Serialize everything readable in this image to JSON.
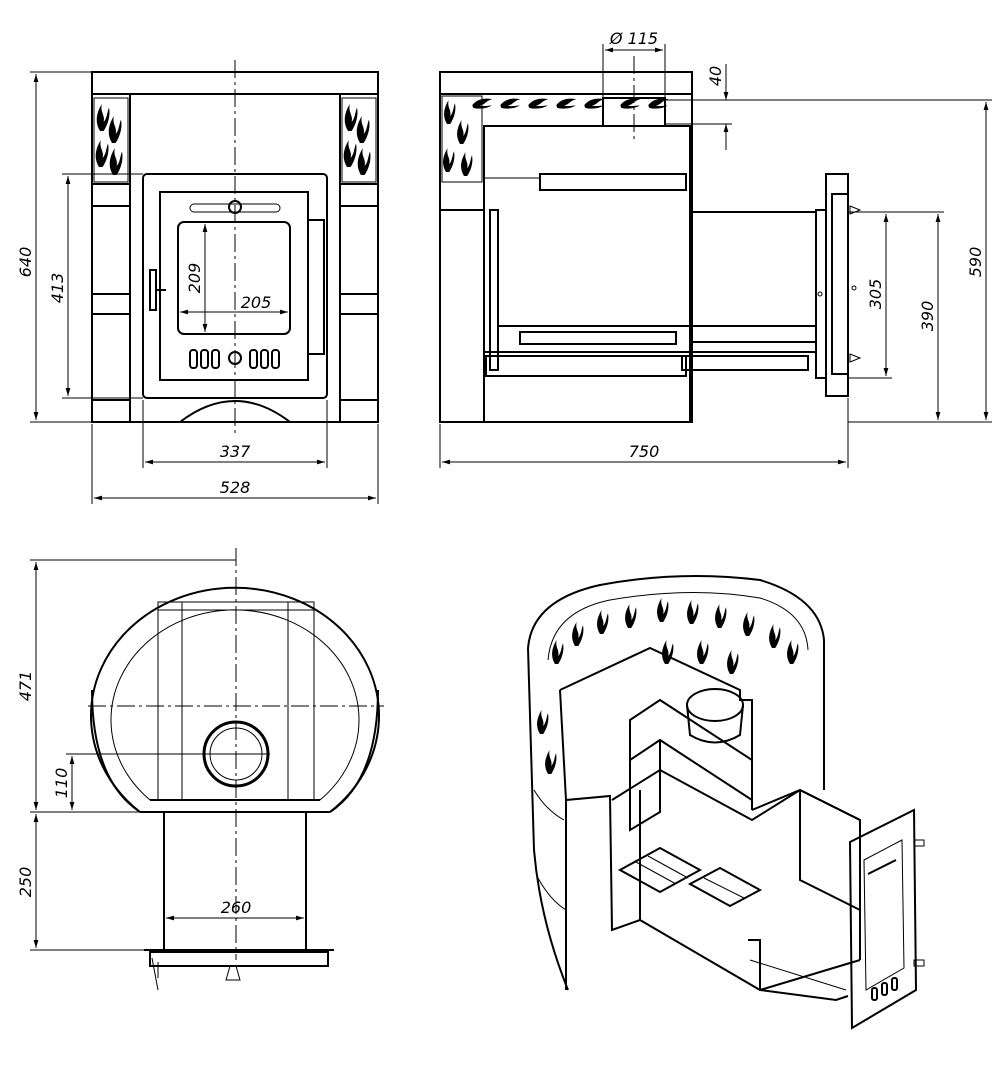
{
  "dimensions": {
    "front_view": {
      "total_height": "640",
      "door_height": "413",
      "glass_height": "209",
      "glass_width": "205",
      "door_width": "337",
      "total_width": "528"
    },
    "side_view": {
      "chimney_diameter": "Ø 115",
      "chimney_offset": "40",
      "chimney_height": "590",
      "firebox_opening_height": "305",
      "firebox_height": "390",
      "total_depth": "750"
    },
    "top_view": {
      "diameter": "471",
      "chimney_offset": "110",
      "tunnel_length": "250",
      "tunnel_width": "260"
    }
  }
}
